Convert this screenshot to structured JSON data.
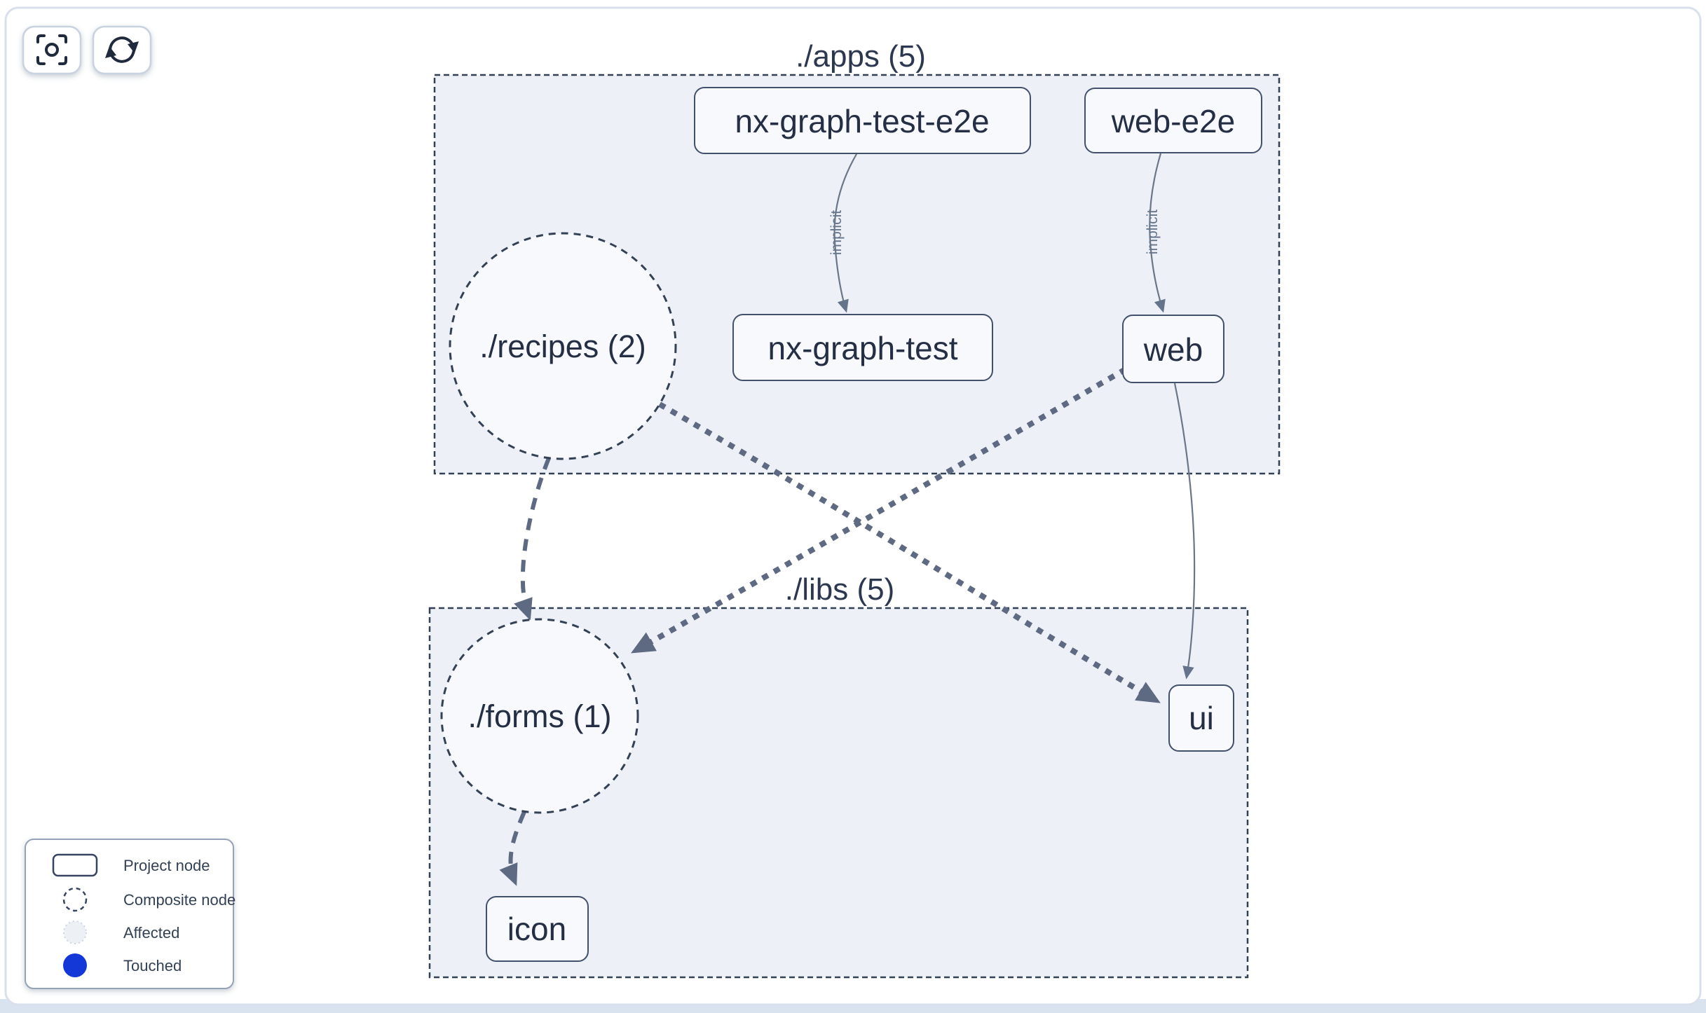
{
  "toolbar": {
    "buttons": [
      {
        "name": "focus",
        "icon": "focus-crosshair-icon"
      },
      {
        "name": "refresh",
        "icon": "refresh-cycle-icon"
      }
    ]
  },
  "graph": {
    "clusters": [
      {
        "id": "apps",
        "label": "./apps (5)"
      },
      {
        "id": "libs",
        "label": "./libs (5)"
      }
    ],
    "composite_nodes": [
      {
        "id": "recipes",
        "label": "./recipes (2)",
        "cluster": "./apps"
      },
      {
        "id": "forms",
        "label": "./forms (1)",
        "cluster": "./libs"
      }
    ],
    "project_nodes": [
      {
        "id": "nx-graph-test-e2e",
        "label": "nx-graph-test-e2e",
        "cluster": "./apps"
      },
      {
        "id": "web-e2e",
        "label": "web-e2e",
        "cluster": "./apps"
      },
      {
        "id": "nx-graph-test",
        "label": "nx-graph-test",
        "cluster": "./apps"
      },
      {
        "id": "web",
        "label": "web",
        "cluster": "./apps"
      },
      {
        "id": "ui",
        "label": "ui",
        "cluster": "./libs"
      },
      {
        "id": "icon",
        "label": "icon",
        "cluster": "./libs"
      }
    ],
    "edges": [
      {
        "from": "nx-graph-test-e2e",
        "to": "nx-graph-test",
        "label": "implicit",
        "style": "solid-thin"
      },
      {
        "from": "web-e2e",
        "to": "web",
        "label": "implicit",
        "style": "solid-thin"
      },
      {
        "from": "web",
        "to": "ui",
        "label": "",
        "style": "solid-thin"
      },
      {
        "from": "./recipes",
        "to": "./forms",
        "label": "",
        "style": "dashed"
      },
      {
        "from": "./forms",
        "to": "icon",
        "label": "",
        "style": "dashed"
      },
      {
        "from": "web",
        "to": "./forms",
        "label": "",
        "style": "dotted-thick"
      },
      {
        "from": "./recipes",
        "to": "ui",
        "label": "",
        "style": "dotted-thick"
      }
    ]
  },
  "legend": {
    "items": [
      {
        "label": "Project node",
        "swatch": "rect-outline"
      },
      {
        "label": "Composite node",
        "swatch": "dashed-circle"
      },
      {
        "label": "Affected",
        "swatch": "light-circle"
      },
      {
        "label": "Touched",
        "swatch": "blue-circle"
      }
    ]
  },
  "colors": {
    "cluster_fill": "#edf1f7",
    "node_fill": "#f7f9fc",
    "dark_border": "#334155",
    "node_border": "#41506b",
    "edge_thin": "#6b7689",
    "edge_thick": "#5d6a82",
    "text_dark": "#242f45",
    "edge_label": "#64748b",
    "touched_blue": "#1437d8",
    "affected_fill": "#edf1f6",
    "panel_border": "#d9e0ec",
    "page_bottom": "#d9e3f0"
  }
}
